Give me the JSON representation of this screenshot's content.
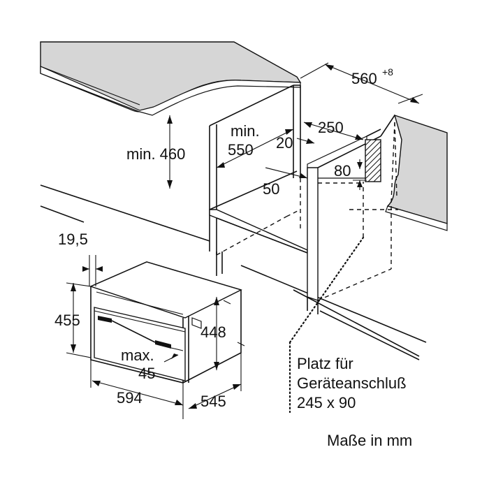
{
  "dimensions": {
    "width_cabinet": "560",
    "width_cabinet_tolerance": "+8",
    "depth_250": "250",
    "gap_20": "20",
    "height_80": "80",
    "rail_50": "50",
    "min_depth_label": "min.",
    "min_depth_value": "550",
    "min_height": "min. 460",
    "front_19_5": "19,5",
    "height_455": "455",
    "height_448": "448",
    "max_label": "max.",
    "max_value": "45",
    "width_594": "594",
    "depth_545": "545"
  },
  "notes": {
    "connection_line1": "Platz für",
    "connection_line2": "Geräteanschluß",
    "connection_line3": "245 x 90",
    "units": "Maße in mm"
  }
}
